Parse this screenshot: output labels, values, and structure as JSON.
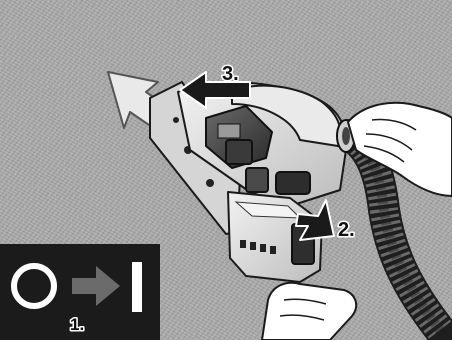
{
  "steps": {
    "step1": "1.",
    "step2": "2.",
    "step3": "3."
  },
  "icons": {
    "switch": "power-switch-off-to-on-icon",
    "push": "push-arrow-icon",
    "slide": "slide-arrow-icon",
    "direction": "direction-arrow-icon",
    "hose": "vacuum-hose-icon",
    "device": "power-tool-icon"
  },
  "colors": {
    "background": "#a6a6a6",
    "panel": "#1b1b1b",
    "ink": "#111111",
    "arrowDark": "#1a1a1a",
    "arrowLight": "#e9e9e9"
  }
}
